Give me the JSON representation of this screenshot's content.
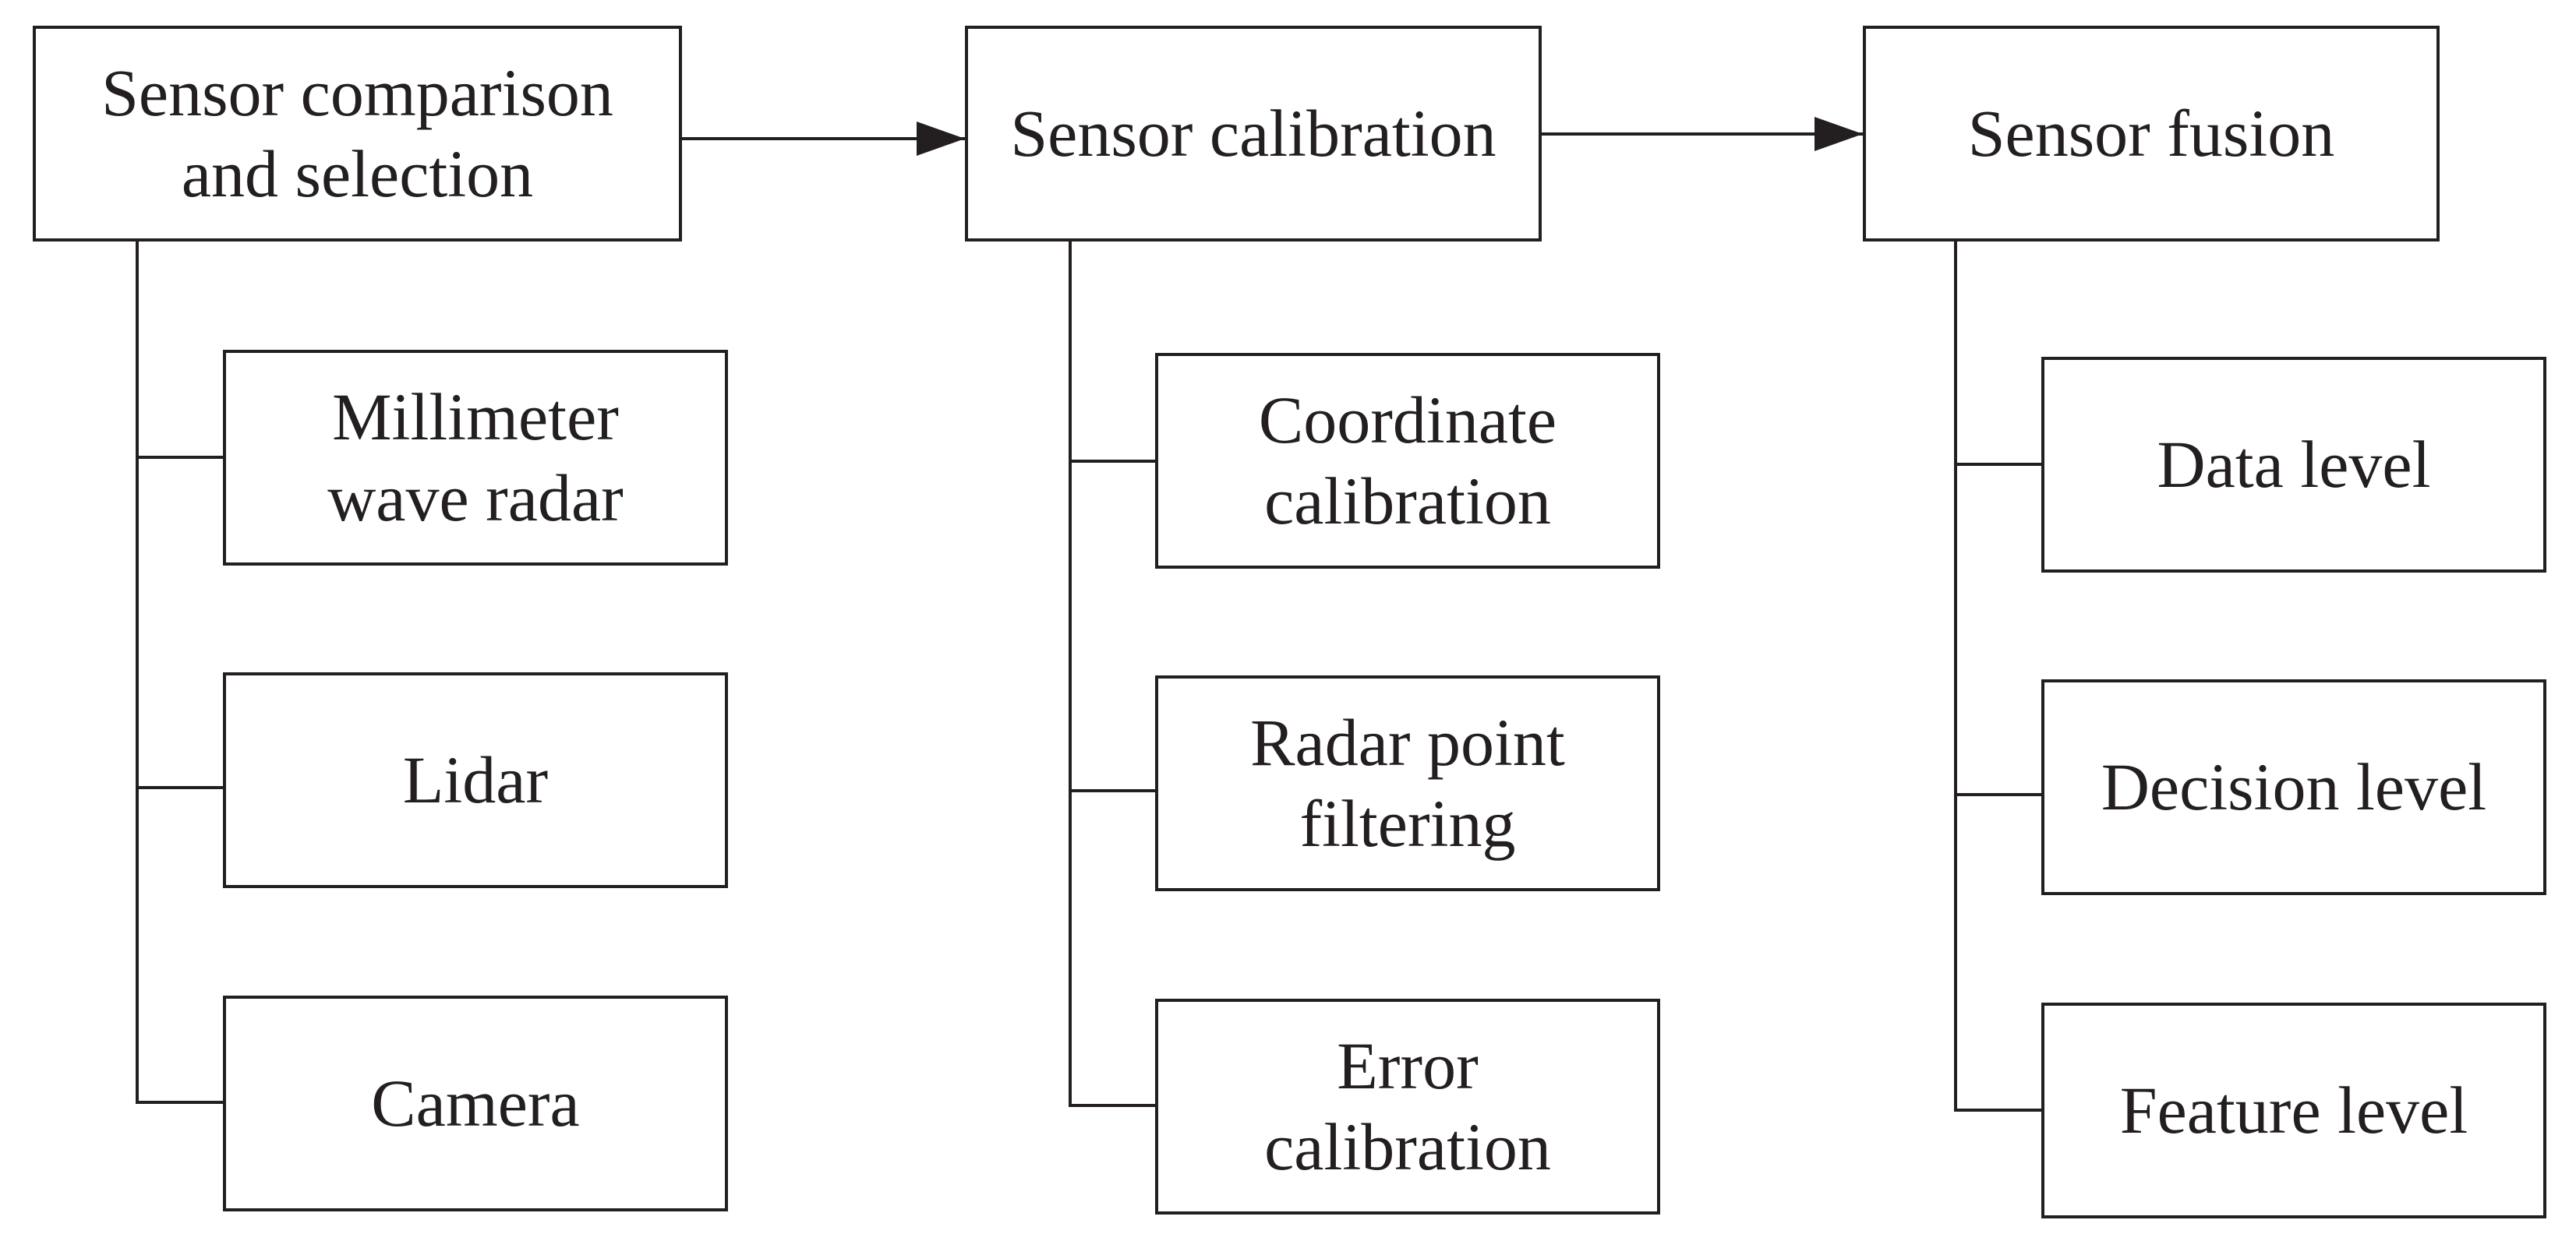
{
  "colors": {
    "stroke": "#231f20",
    "text": "#231f20",
    "background": "#ffffff"
  },
  "columns": [
    {
      "header": [
        "Sensor comparison",
        "and selection"
      ],
      "items": [
        [
          "Millimeter",
          "wave radar"
        ],
        [
          "Lidar"
        ],
        [
          "Camera"
        ]
      ]
    },
    {
      "header": [
        "Sensor calibration"
      ],
      "items": [
        [
          "Coordinate",
          "calibration"
        ],
        [
          "Radar point",
          "filtering"
        ],
        [
          "Error",
          "calibration"
        ]
      ]
    },
    {
      "header": [
        "Sensor fusion"
      ],
      "items": [
        [
          "Data level"
        ],
        [
          "Decision level"
        ],
        [
          "Feature level"
        ]
      ]
    }
  ]
}
